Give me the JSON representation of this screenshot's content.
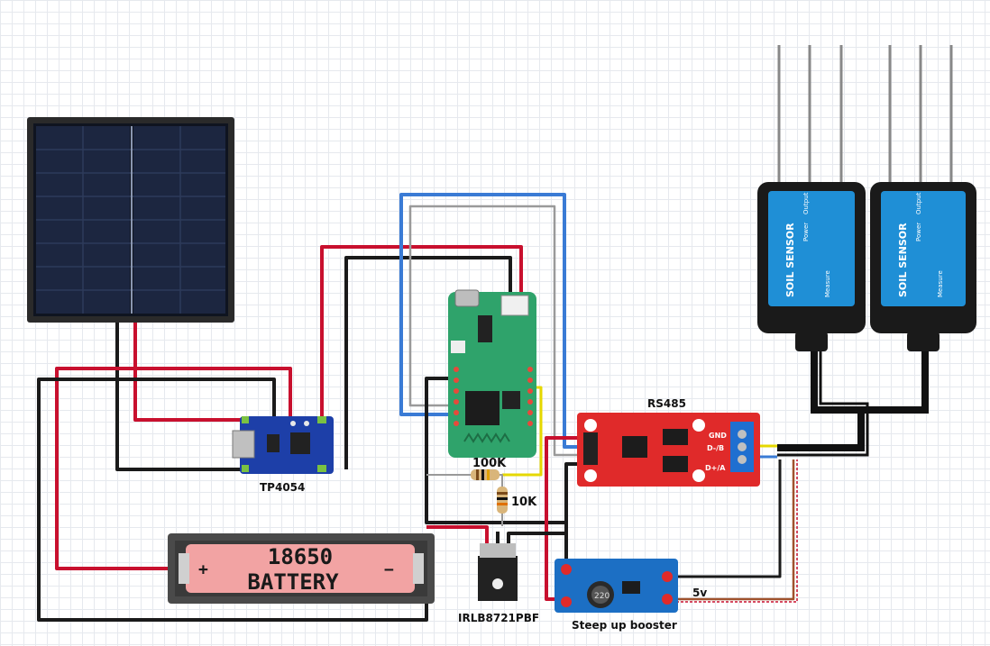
{
  "components": {
    "solar_panel": {
      "name": "solar panel"
    },
    "charger": {
      "label": "TP4054"
    },
    "battery": {
      "line1": "18650",
      "line2": "BATTERY",
      "plus": "+",
      "minus": "−"
    },
    "mcu": {
      "name": "microcontroller board"
    },
    "rs485": {
      "label": "RS485",
      "terminals": [
        "GND",
        "D-/B",
        "D+/A"
      ]
    },
    "mosfet": {
      "label": "IRLB8721PBF"
    },
    "booster": {
      "label": "Steep up booster",
      "chip": "220"
    },
    "sensors": [
      {
        "title": "SOIL SENSOR",
        "col1_head": "Power",
        "col2_head": "Output",
        "measure_head": "Measure"
      },
      {
        "title": "SOIL SENSOR",
        "col1_head": "Power",
        "col2_head": "Output",
        "measure_head": "Measure"
      }
    ]
  },
  "resistors": {
    "r1": "100K",
    "r2": "10K"
  },
  "wire_labels": {
    "booster_out": "5v"
  },
  "colors": {
    "red_wire": "#c8102e",
    "black_wire": "#1a1a1a",
    "blue_wire": "#3a7bd5",
    "yellow_wire": "#e6d800",
    "pcb_green": "#2fa36b",
    "pcb_red": "#e02a2a",
    "pcb_blue": "#1c6fc4",
    "charger_blue": "#1d3fa8",
    "sensor_blue": "#1f8fd6",
    "battery_pink": "#f2a3a3"
  }
}
